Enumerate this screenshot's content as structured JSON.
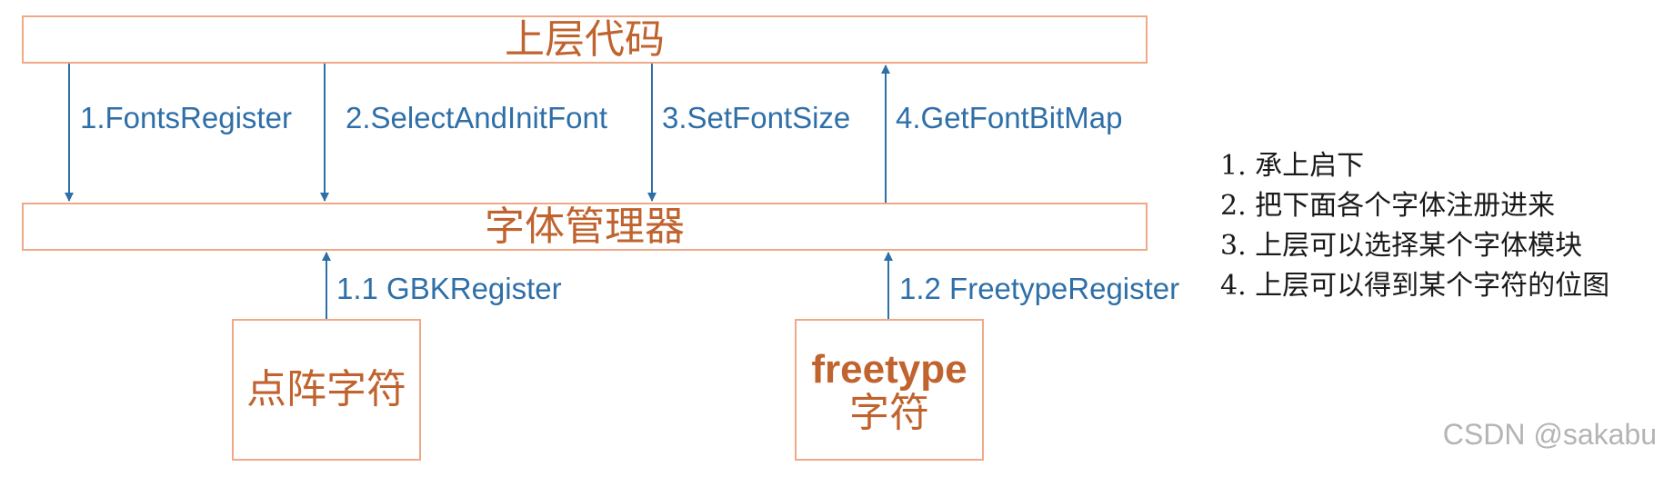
{
  "boxes": {
    "upper": "上层代码",
    "manager": "字体管理器",
    "dot": "点阵字符",
    "freetype_line1": "freetype",
    "freetype_line2": "字符"
  },
  "arrows": {
    "fonts_register": "1.FontsRegister",
    "select_and_init": "2.SelectAndInitFont",
    "set_font_size": "3.SetFontSize",
    "get_font_bitmap": "4.GetFontBitMap",
    "gbk_register": "1.1 GBKRegister",
    "freetype_register": "1.2 FreetypeRegister"
  },
  "notes": [
    "1. 承上启下",
    "2. 把下面各个字体注册进来",
    "3. 上层可以选择某个字体模块",
    "4. 上层可以得到某个字符的位图"
  ],
  "watermark": "CSDN @sakabu",
  "colors": {
    "box_border": "#f0a987",
    "box_text": "#c0632e",
    "arrow": "#2f6fa8"
  }
}
